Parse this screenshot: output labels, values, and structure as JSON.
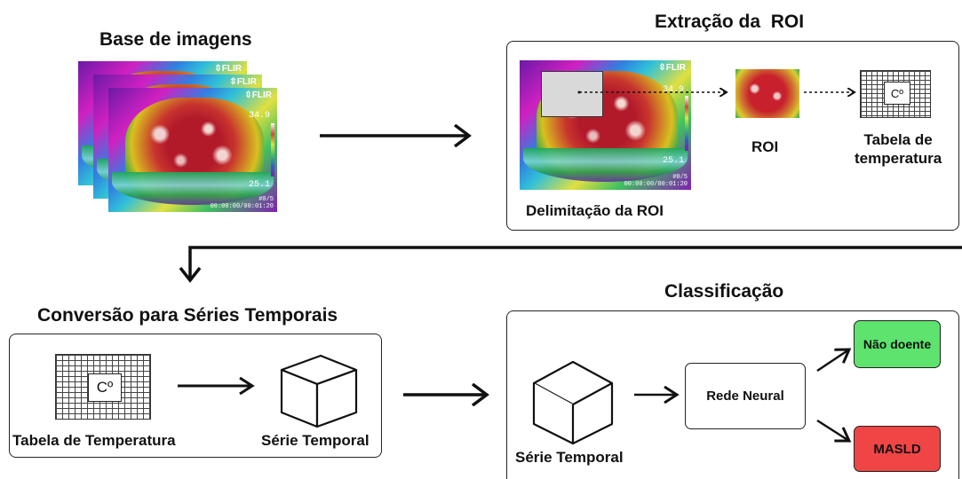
{
  "titles": {
    "base": "Base de imagens",
    "extraction": "Extração da  ROI",
    "conversion": "Conversão para Séries Temporais",
    "classification": "Classificação"
  },
  "thermal": {
    "brand": "⇳FLIR",
    "temp_high": "34.9",
    "temp_low": "25.1",
    "frame_counter": "#0/5",
    "timestamp": "00:00:00/00:01:20"
  },
  "extraction": {
    "delimitation_label": "Delimitação da ROI",
    "roi_label": "ROI",
    "table_label_line1": "Tabela de",
    "table_label_line2": "temperatura",
    "celsius": "Cº"
  },
  "conversion": {
    "table_label": "Tabela de Temperatura",
    "series_label": "Série Temporal",
    "celsius": "Cº"
  },
  "classification": {
    "series_label": "Série Temporal",
    "network_label": "Rede Neural",
    "healthy_label": "Não doente",
    "disease_label": "MASLD",
    "healthy_color": "#5de36e",
    "disease_color": "#f04545"
  }
}
